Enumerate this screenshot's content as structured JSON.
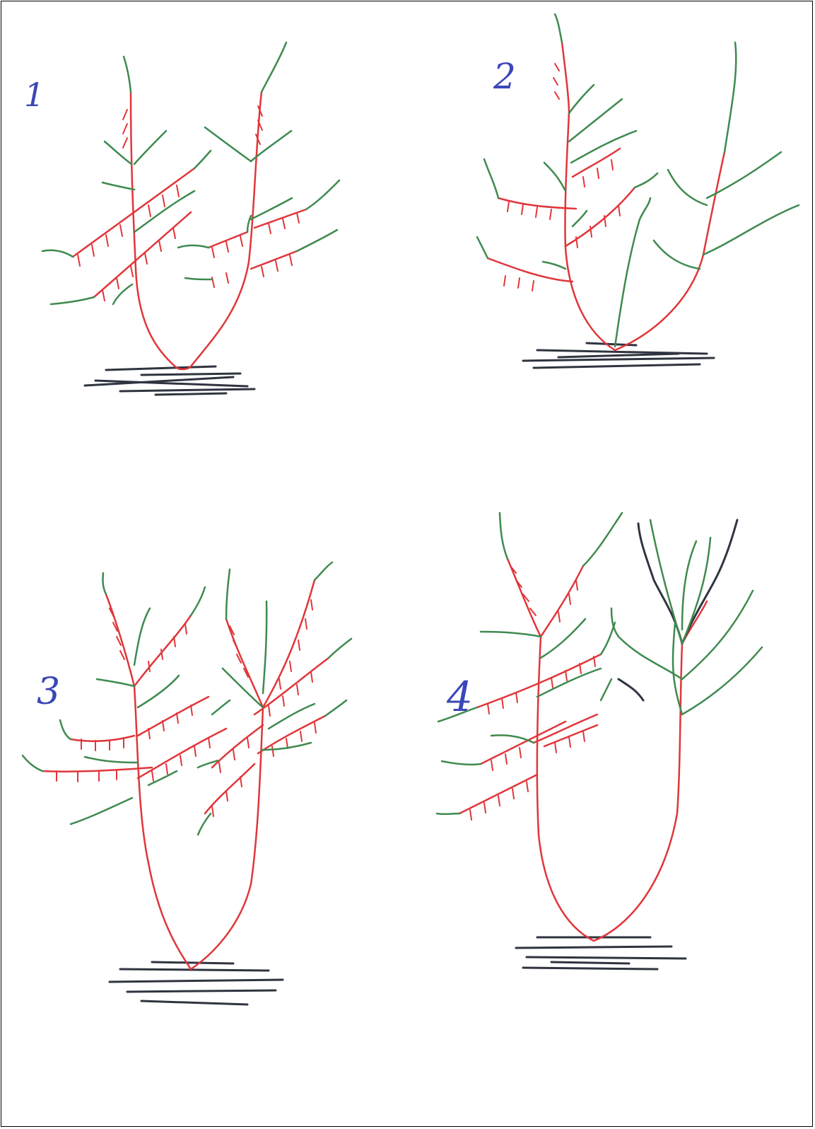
{
  "figures": [
    {
      "label": "1"
    },
    {
      "label": "2"
    },
    {
      "label": "3"
    },
    {
      "label": "4"
    }
  ],
  "colors": {
    "trunk": "#e0363a",
    "leaf": "#3f8a4f",
    "ground": "#2f3440",
    "label": "#3b46b8",
    "frame": "#000000"
  }
}
